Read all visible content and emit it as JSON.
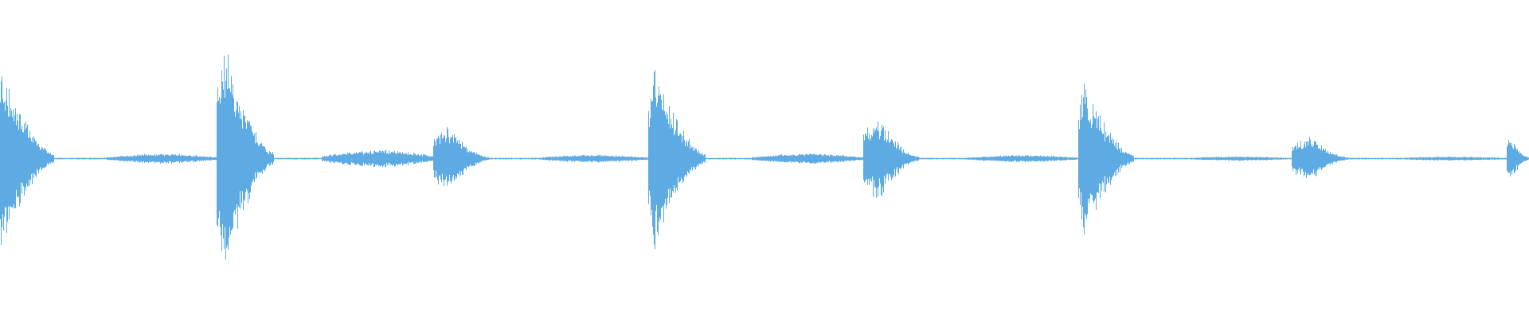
{
  "waveform": {
    "color": "#5dabe2",
    "background": "#ffffff",
    "total_columns": 1920,
    "bursts": [
      {
        "start": 0,
        "end": 68,
        "peak": 0.66,
        "attack": 0.0
      },
      {
        "start": 272,
        "end": 344,
        "peak": 0.84,
        "attack": 0.08
      },
      {
        "start": 544,
        "end": 614,
        "peak": 0.23,
        "attack": 0.25
      },
      {
        "start": 814,
        "end": 886,
        "peak": 0.66,
        "attack": 0.08
      },
      {
        "start": 1084,
        "end": 1154,
        "peak": 0.3,
        "attack": 0.25
      },
      {
        "start": 1354,
        "end": 1424,
        "peak": 0.55,
        "attack": 0.08
      },
      {
        "start": 1622,
        "end": 1694,
        "peak": 0.16,
        "attack": 0.3
      },
      {
        "start": 1892,
        "end": 1920,
        "peak": 0.18,
        "attack": 0.1
      }
    ],
    "quiet_segments": [
      {
        "start": 134,
        "end": 272,
        "level": 0.035
      },
      {
        "start": 404,
        "end": 544,
        "level": 0.06
      },
      {
        "start": 676,
        "end": 814,
        "level": 0.028
      },
      {
        "start": 944,
        "end": 1084,
        "level": 0.035
      },
      {
        "start": 1214,
        "end": 1354,
        "level": 0.025
      },
      {
        "start": 1484,
        "end": 1622,
        "level": 0.015
      },
      {
        "start": 1754,
        "end": 1892,
        "level": 0.015
      }
    ],
    "baseline_level": 0.006
  }
}
